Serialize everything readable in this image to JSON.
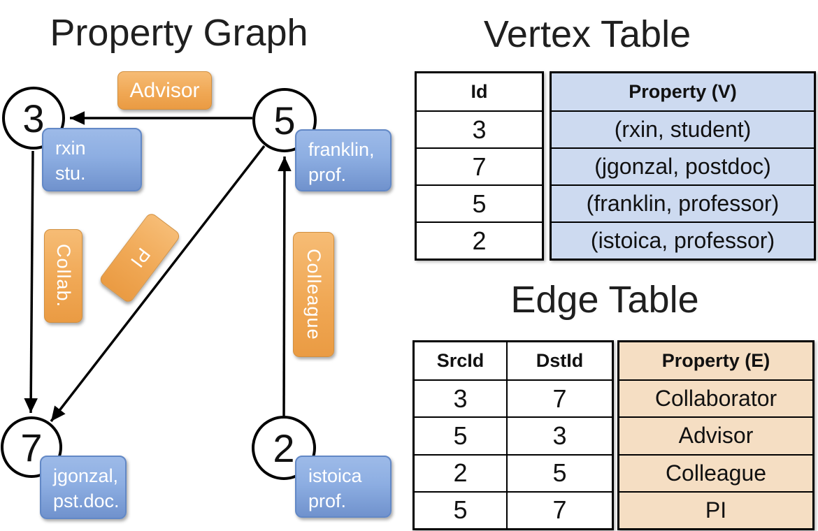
{
  "graph_panel": {
    "title": "Property Graph",
    "nodes": {
      "n3": {
        "id": "3",
        "line1": "rxin",
        "line2": "stu."
      },
      "n5": {
        "id": "5",
        "line1": "franklin,",
        "line2": "prof."
      },
      "n7": {
        "id": "7",
        "line1": "jgonzal,",
        "line2": "pst.doc."
      },
      "n2": {
        "id": "2",
        "line1": "istoica",
        "line2": "prof."
      }
    },
    "edge_labels": {
      "advisor": "Advisor",
      "collab": "Collab.",
      "pi": "PI",
      "colleague": "Colleague"
    }
  },
  "vertex_table": {
    "title": "Vertex Table",
    "columns": [
      "Id",
      "Property (V)"
    ],
    "rows": [
      [
        "3",
        "(rxin, student)"
      ],
      [
        "7",
        "(jgonzal, postdoc)"
      ],
      [
        "5",
        "(franklin, professor)"
      ],
      [
        "2",
        "(istoica, professor)"
      ]
    ]
  },
  "edge_table": {
    "title": "Edge Table",
    "columns": [
      "SrcId",
      "DstId",
      "Property (E)"
    ],
    "rows": [
      [
        "3",
        "7",
        "Collaborator"
      ],
      [
        "5",
        "3",
        "Advisor"
      ],
      [
        "2",
        "5",
        "Colleague"
      ],
      [
        "5",
        "7",
        "PI"
      ]
    ]
  },
  "colors": {
    "edge_label_orange": "#F0A855",
    "node_property_blue": "#84A7DC",
    "vertex_cell_blue": "#CDDAF0",
    "edge_cell_tan": "#F5DEC3",
    "line_black": "#000000"
  }
}
